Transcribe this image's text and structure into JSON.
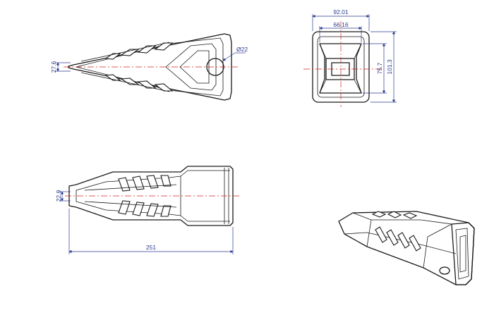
{
  "views": {
    "top": {
      "hole_diameter": "Ø22",
      "tip_height": "27.6"
    },
    "front": {
      "outer_width": "92.01",
      "inner_width": "66.16",
      "inner_height": "75.7",
      "outer_height": "101.3"
    },
    "side": {
      "tip_height": "22.9",
      "overall_length": "251"
    },
    "iso": {}
  },
  "colors": {
    "outline": "#1a1a1a",
    "dimension": "#2b3a8f",
    "centerline": "#d22222"
  }
}
